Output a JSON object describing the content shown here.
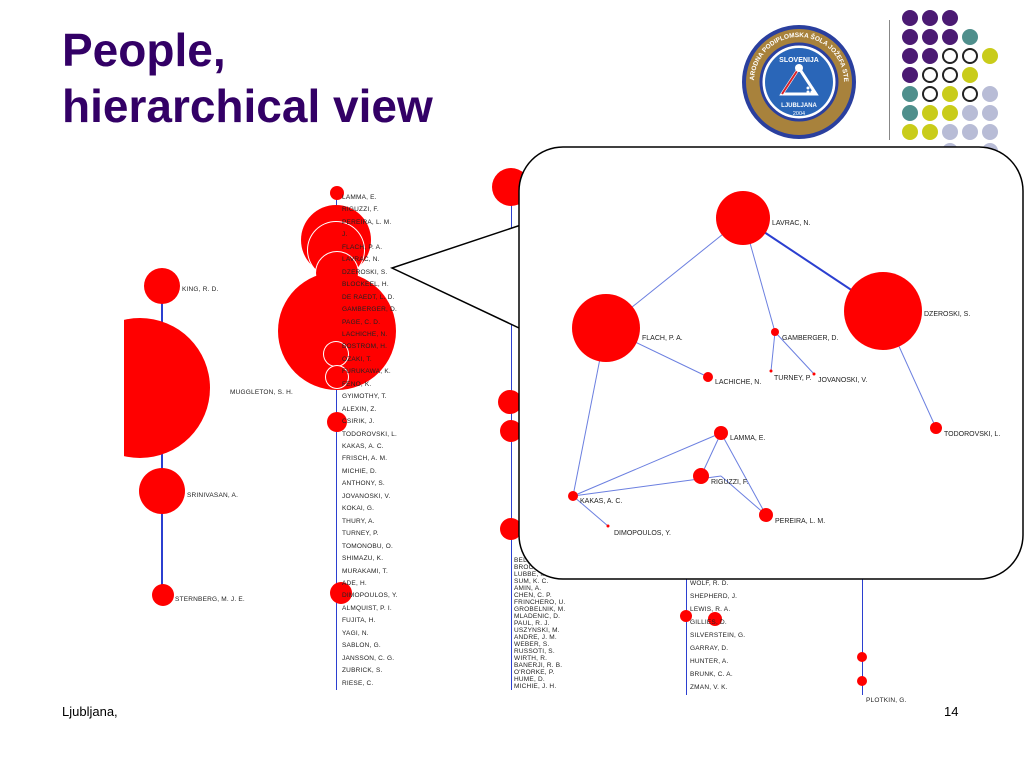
{
  "slide": {
    "title_line1": "People,",
    "title_line2": "hierarchical view",
    "footer_left": "Ljubljana,",
    "page_number": "14"
  },
  "left_tree": {
    "labels": [
      "KING, R. D.",
      "MUGGLETON, S. H.",
      "SRINIVASAN, A.",
      "STERNBERG, M. J. E."
    ]
  },
  "list_column_1": [
    "LAMMA, E.",
    "RIGUZZI, F.",
    "PEREIRA, L. M.",
    "J.",
    "FLACH, P. A.",
    "LAVRAC, N.",
    "DZEROSKI, S.",
    "BLOCKEEL, H.",
    "DE RAEDT, L. D.",
    "GAMBERGER, D.",
    "PAGE, C. D.",
    "LACHICHE, N.",
    "BOSTROM, H.",
    "OZAKI, T.",
    "FURUKAWA, K.",
    "FENO, K.",
    "GYIMOTHY, T.",
    "ALEXIN, Z.",
    "CSIRIK, J.",
    "TODOROVSKI, L.",
    "KAKAS, A. C.",
    "FRISCH, A. M.",
    "MICHIE, D.",
    "ANTHONY, S.",
    "JOVANOSKI, V.",
    "KOKAI, G.",
    "THURY, A.",
    "TURNEY, P.",
    "TOMONOBU, O.",
    "SHIMAZU, K.",
    "MURAKAMI, T.",
    "ADE, H.",
    "DIMOPOULOS, Y.",
    "ALMQUIST, P. I.",
    "FUJITA, H.",
    "YAGI, N.",
    "SABLON, G.",
    "JANSSON, C. G.",
    "ZUBRICK, S.",
    "RIESE, C."
  ],
  "list_column_2": [
    "BELL, S.",
    "BROCKHAUSEN, P.",
    "LUBBE, M.",
    "SUM, K. C.",
    "AMIN, A.",
    "CHEN, C. P.",
    "FRINCHERO, U.",
    "GROBELNIK, M.",
    "MLADENIC, D.",
    "PAUL, R. J.",
    "USZYNSKI, M.",
    "ANDRE, J. M.",
    "WEBER, S.",
    "RUSSOTI, S.",
    "WIRTH, R.",
    "BANERJI, R. B.",
    "O'RORKE, P.",
    "HUME, D.",
    "MICHIE, J. H."
  ],
  "list_column_3": [
    "WOLF, R. D.",
    "SHEPHERD, J.",
    "LEWIS, R. A.",
    "GILLIES, D.",
    "SILVERSTEIN, G.",
    "GARRAY, D.",
    "HUNTER, A.",
    "BRUNK, C. A.",
    "ZMAN, V. K."
  ],
  "list_column_4": [
    "PLOTKIN, G."
  ],
  "zoom_graph": {
    "nodes": {
      "lavrac": "LAVRAC, N.",
      "flach": "FLACH, P. A.",
      "dzeroski": "DZEROSKI, S.",
      "gamberger": "GAMBERGER, D.",
      "lachiche": "LACHICHE, N.",
      "turney": "TURNEY, P.",
      "jovanoski": "JOVANOSKI, V.",
      "todorovski": "TODOROVSKI, L.",
      "lamma": "LAMMA, E.",
      "riguzzi": "RIGUZZI, F.",
      "kakas": "KAKAS, A. C.",
      "pereira": "PEREIRA, L. M.",
      "dimopoulos": "DIMOPOULOS, Y."
    }
  },
  "logo": {
    "top_text": "SLOVENIJA",
    "bottom_text": "LJUBLJANA",
    "ring_text": "MEDNARODNA PODIPLOMSKA ŠOLA JOŽEFA STEFANA",
    "year": "2004"
  },
  "colors": {
    "title": "#330066",
    "node": "#ff0000",
    "edge": "#2b3fd0",
    "dot_purple": "#4b1a73",
    "dot_teal": "#4f8f8c",
    "dot_yellow": "#c9cc1a",
    "dot_lavender": "#b8bcd6"
  }
}
